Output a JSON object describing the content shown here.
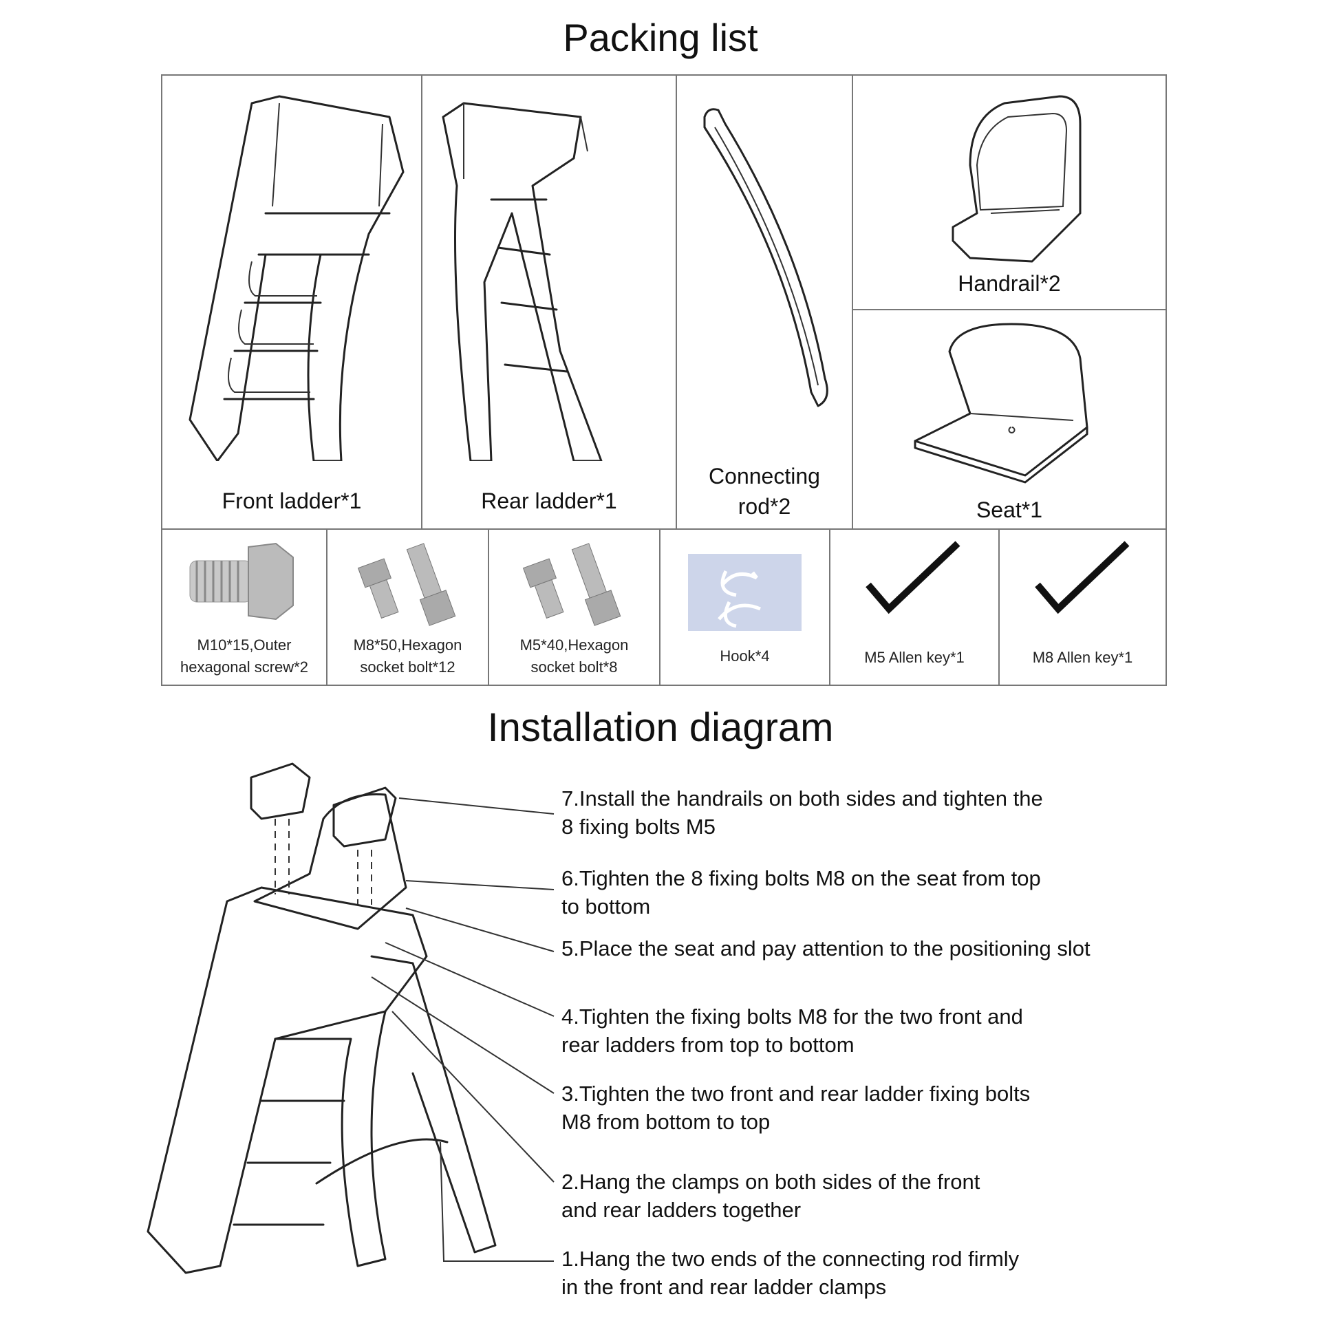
{
  "packing_list": {
    "title": "Packing list",
    "large_items": [
      {
        "label": "Front ladder*1",
        "icon": "front-ladder"
      },
      {
        "label": "Rear ladder*1",
        "icon": "rear-ladder"
      },
      {
        "label_line1": "Connecting",
        "label_line2": "rod*2",
        "icon": "connecting-rod"
      },
      {
        "label": "Handrail*2",
        "icon": "handrail"
      },
      {
        "label": "Seat*1",
        "icon": "seat"
      }
    ],
    "small_items": [
      {
        "line1": "M10*15,Outer",
        "line2": "hexagonal screw*2",
        "icon": "hex-screw"
      },
      {
        "line1": "M8*50,Hexagon",
        "line2": "socket bolt*12",
        "icon": "socket-bolt"
      },
      {
        "line1": "M5*40,Hexagon",
        "line2": "socket bolt*8",
        "icon": "socket-bolt"
      },
      {
        "line1": "Hook*4",
        "icon": "hook"
      },
      {
        "line1": "M5 Allen key*1",
        "icon": "allen-key"
      },
      {
        "line1": "M8 Allen key*1",
        "icon": "allen-key"
      }
    ]
  },
  "installation": {
    "title": "Installation diagram",
    "steps": [
      {
        "line1": "7.Install the handrails on both sides and tighten the",
        "line2": "8 fixing bolts M5"
      },
      {
        "line1": "6.Tighten the 8 fixing bolts M8 on the seat from top",
        "line2": "to bottom"
      },
      {
        "line1": "5.Place the seat and pay attention to the positioning slot"
      },
      {
        "line1": "4.Tighten the fixing bolts M8 for the two front and",
        "line2": "rear ladders from top to bottom"
      },
      {
        "line1": "3.Tighten the two front and rear ladder fixing bolts",
        "line2": "M8 from bottom to top"
      },
      {
        "line1": "2.Hang the clamps on both sides of the front",
        "line2": "and rear ladders together"
      },
      {
        "line1": "1.Hang the two ends of the connecting rod firmly",
        "line2": "in the front and rear ladder clamps"
      }
    ]
  }
}
